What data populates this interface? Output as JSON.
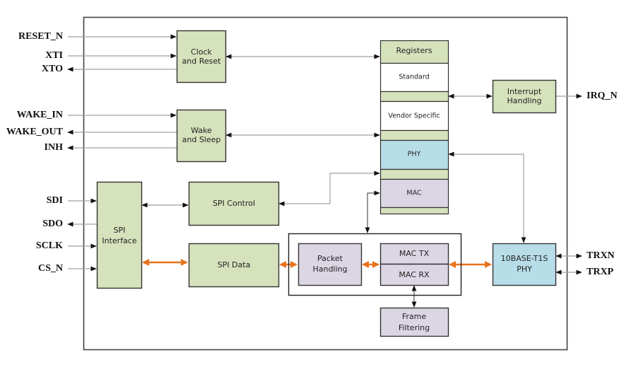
{
  "colors": {
    "green_block": "#d6e2bc",
    "blue_block": "#b7dde8",
    "purple_block": "#dcd6e4",
    "white_block": "#ffffff",
    "border": "#333333",
    "connector": "#a0a0a0",
    "data_path": "#e8731e"
  },
  "pins_left": [
    {
      "label": "RESET_N",
      "direction": "in"
    },
    {
      "label": "XTI",
      "direction": "in"
    },
    {
      "label": "XTO",
      "direction": "out"
    },
    {
      "label": "WAKE_IN",
      "direction": "in"
    },
    {
      "label": "WAKE_OUT",
      "direction": "out"
    },
    {
      "label": "INH",
      "direction": "out"
    },
    {
      "label": "SDI",
      "direction": "in"
    },
    {
      "label": "SDO",
      "direction": "out"
    },
    {
      "label": "SCLK",
      "direction": "in"
    },
    {
      "label": "CS_N",
      "direction": "in"
    }
  ],
  "pins_right": [
    {
      "label": "IRQ_N",
      "direction": "out"
    },
    {
      "label": "TRXN",
      "direction": "bidir"
    },
    {
      "label": "TRXP",
      "direction": "bidir"
    }
  ],
  "blocks": {
    "clock_reset": [
      "Clock",
      "and Reset"
    ],
    "wake_sleep": [
      "Wake",
      "and Sleep"
    ],
    "spi_interface": [
      "SPI",
      "Interface"
    ],
    "spi_control": "SPI Control",
    "spi_data": "SPI Data",
    "packet_handling": [
      "Packet",
      "Handling"
    ],
    "mac_tx": "MAC TX",
    "mac_rx": "MAC RX",
    "frame_filtering": [
      "Frame",
      "Filtering"
    ],
    "interrupt_handling": [
      "Interrupt",
      "Handling"
    ],
    "phy_10base": [
      "10BASE-T1S",
      "PHY"
    ]
  },
  "registers": {
    "title": "Registers",
    "sections": [
      "Standard",
      "Vendor Specific",
      "PHY",
      "MAC"
    ]
  }
}
